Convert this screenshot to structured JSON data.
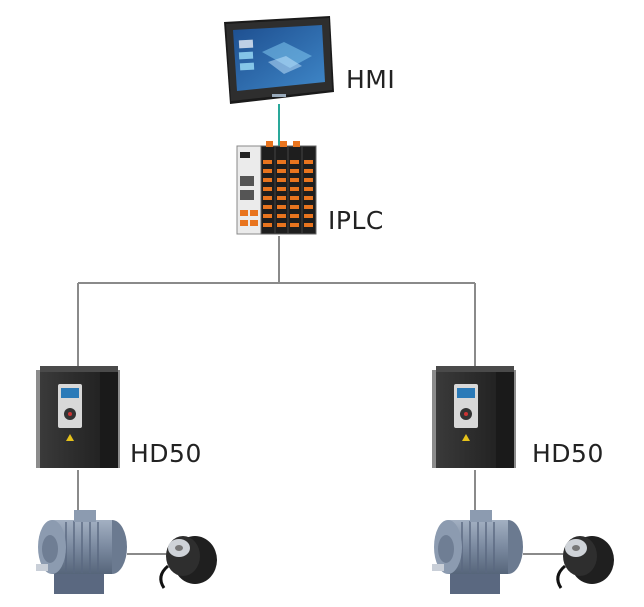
{
  "labels": {
    "hmi": "HMI",
    "plc": "IPLC",
    "drive_left": "HD50",
    "drive_right": "HD50"
  },
  "devices": {
    "hmi_icon": "touch-panel-icon",
    "plc_icon": "plc-module-icon",
    "drive_icon": "frequency-inverter-icon",
    "motor_icon": "electric-motor-icon",
    "encoder_icon": "rotary-encoder-icon"
  },
  "colors": {
    "hmi_link": "#2aa89a",
    "bus_line": "#8a8a8a",
    "plc_terminal": "#e8741e",
    "motor_body": "#7f8fa6",
    "drive_body": "#2b2b2b",
    "hmi_screen": "#1c4a86"
  }
}
